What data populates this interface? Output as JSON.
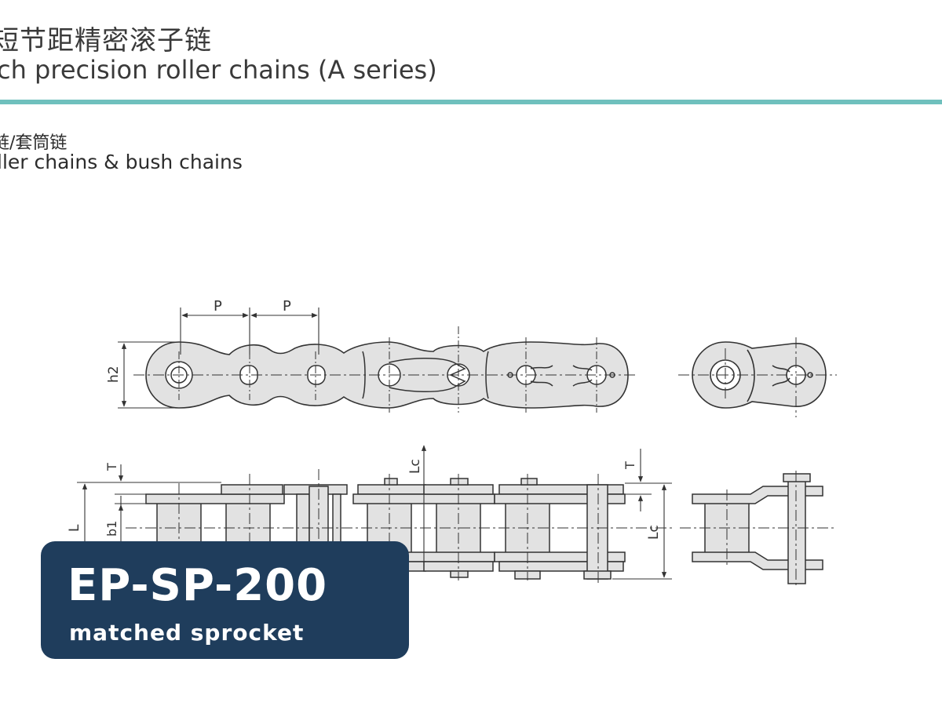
{
  "header": {
    "title_cn": "短节距精密滚子链",
    "title_en": "ch precision roller chains (A series)",
    "accent_color": "#6fc0bd"
  },
  "subheader": {
    "subtitle_cn": "链/套筒链",
    "subtitle_en": "ller chains & bush chains"
  },
  "diagram": {
    "labels": {
      "pitch_1": "P",
      "pitch_2": "P",
      "plate_height": "h2",
      "plate_thickness_left": "T",
      "plate_thickness_right": "T",
      "overall_length": "L",
      "inner_width": "b1",
      "connector_length_top": "Lc",
      "connector_length_right": "Lc"
    },
    "part_fill": "#e2e2e2",
    "line_color": "#333333"
  },
  "overlay": {
    "code": "EP-SP-200",
    "subtitle": "matched sprocket",
    "bg_color": "#1f3d5c"
  }
}
